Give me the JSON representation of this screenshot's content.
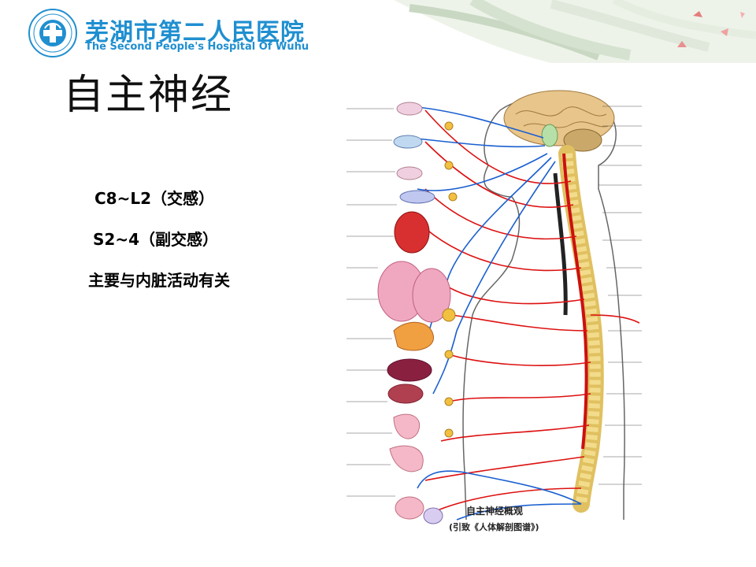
{
  "header": {
    "hospital_name_cn": "芜湖市第二人民医院",
    "hospital_name_en": "The Second People's Hospital Of Wuhu",
    "logo_icon": "hospital-cross-logo-icon",
    "accent_color": "#1f8fd0"
  },
  "slide": {
    "title": "自主神经",
    "bullets": [
      "C8~L2（交感）",
      "S2~4（副交感）",
      "主要与内脏活动有关"
    ]
  },
  "figure": {
    "caption": "自主神经概观",
    "source": "(引致《人体解剖图谱》)",
    "illustration": "autonomic-nervous-system-anatomy-illustration"
  }
}
